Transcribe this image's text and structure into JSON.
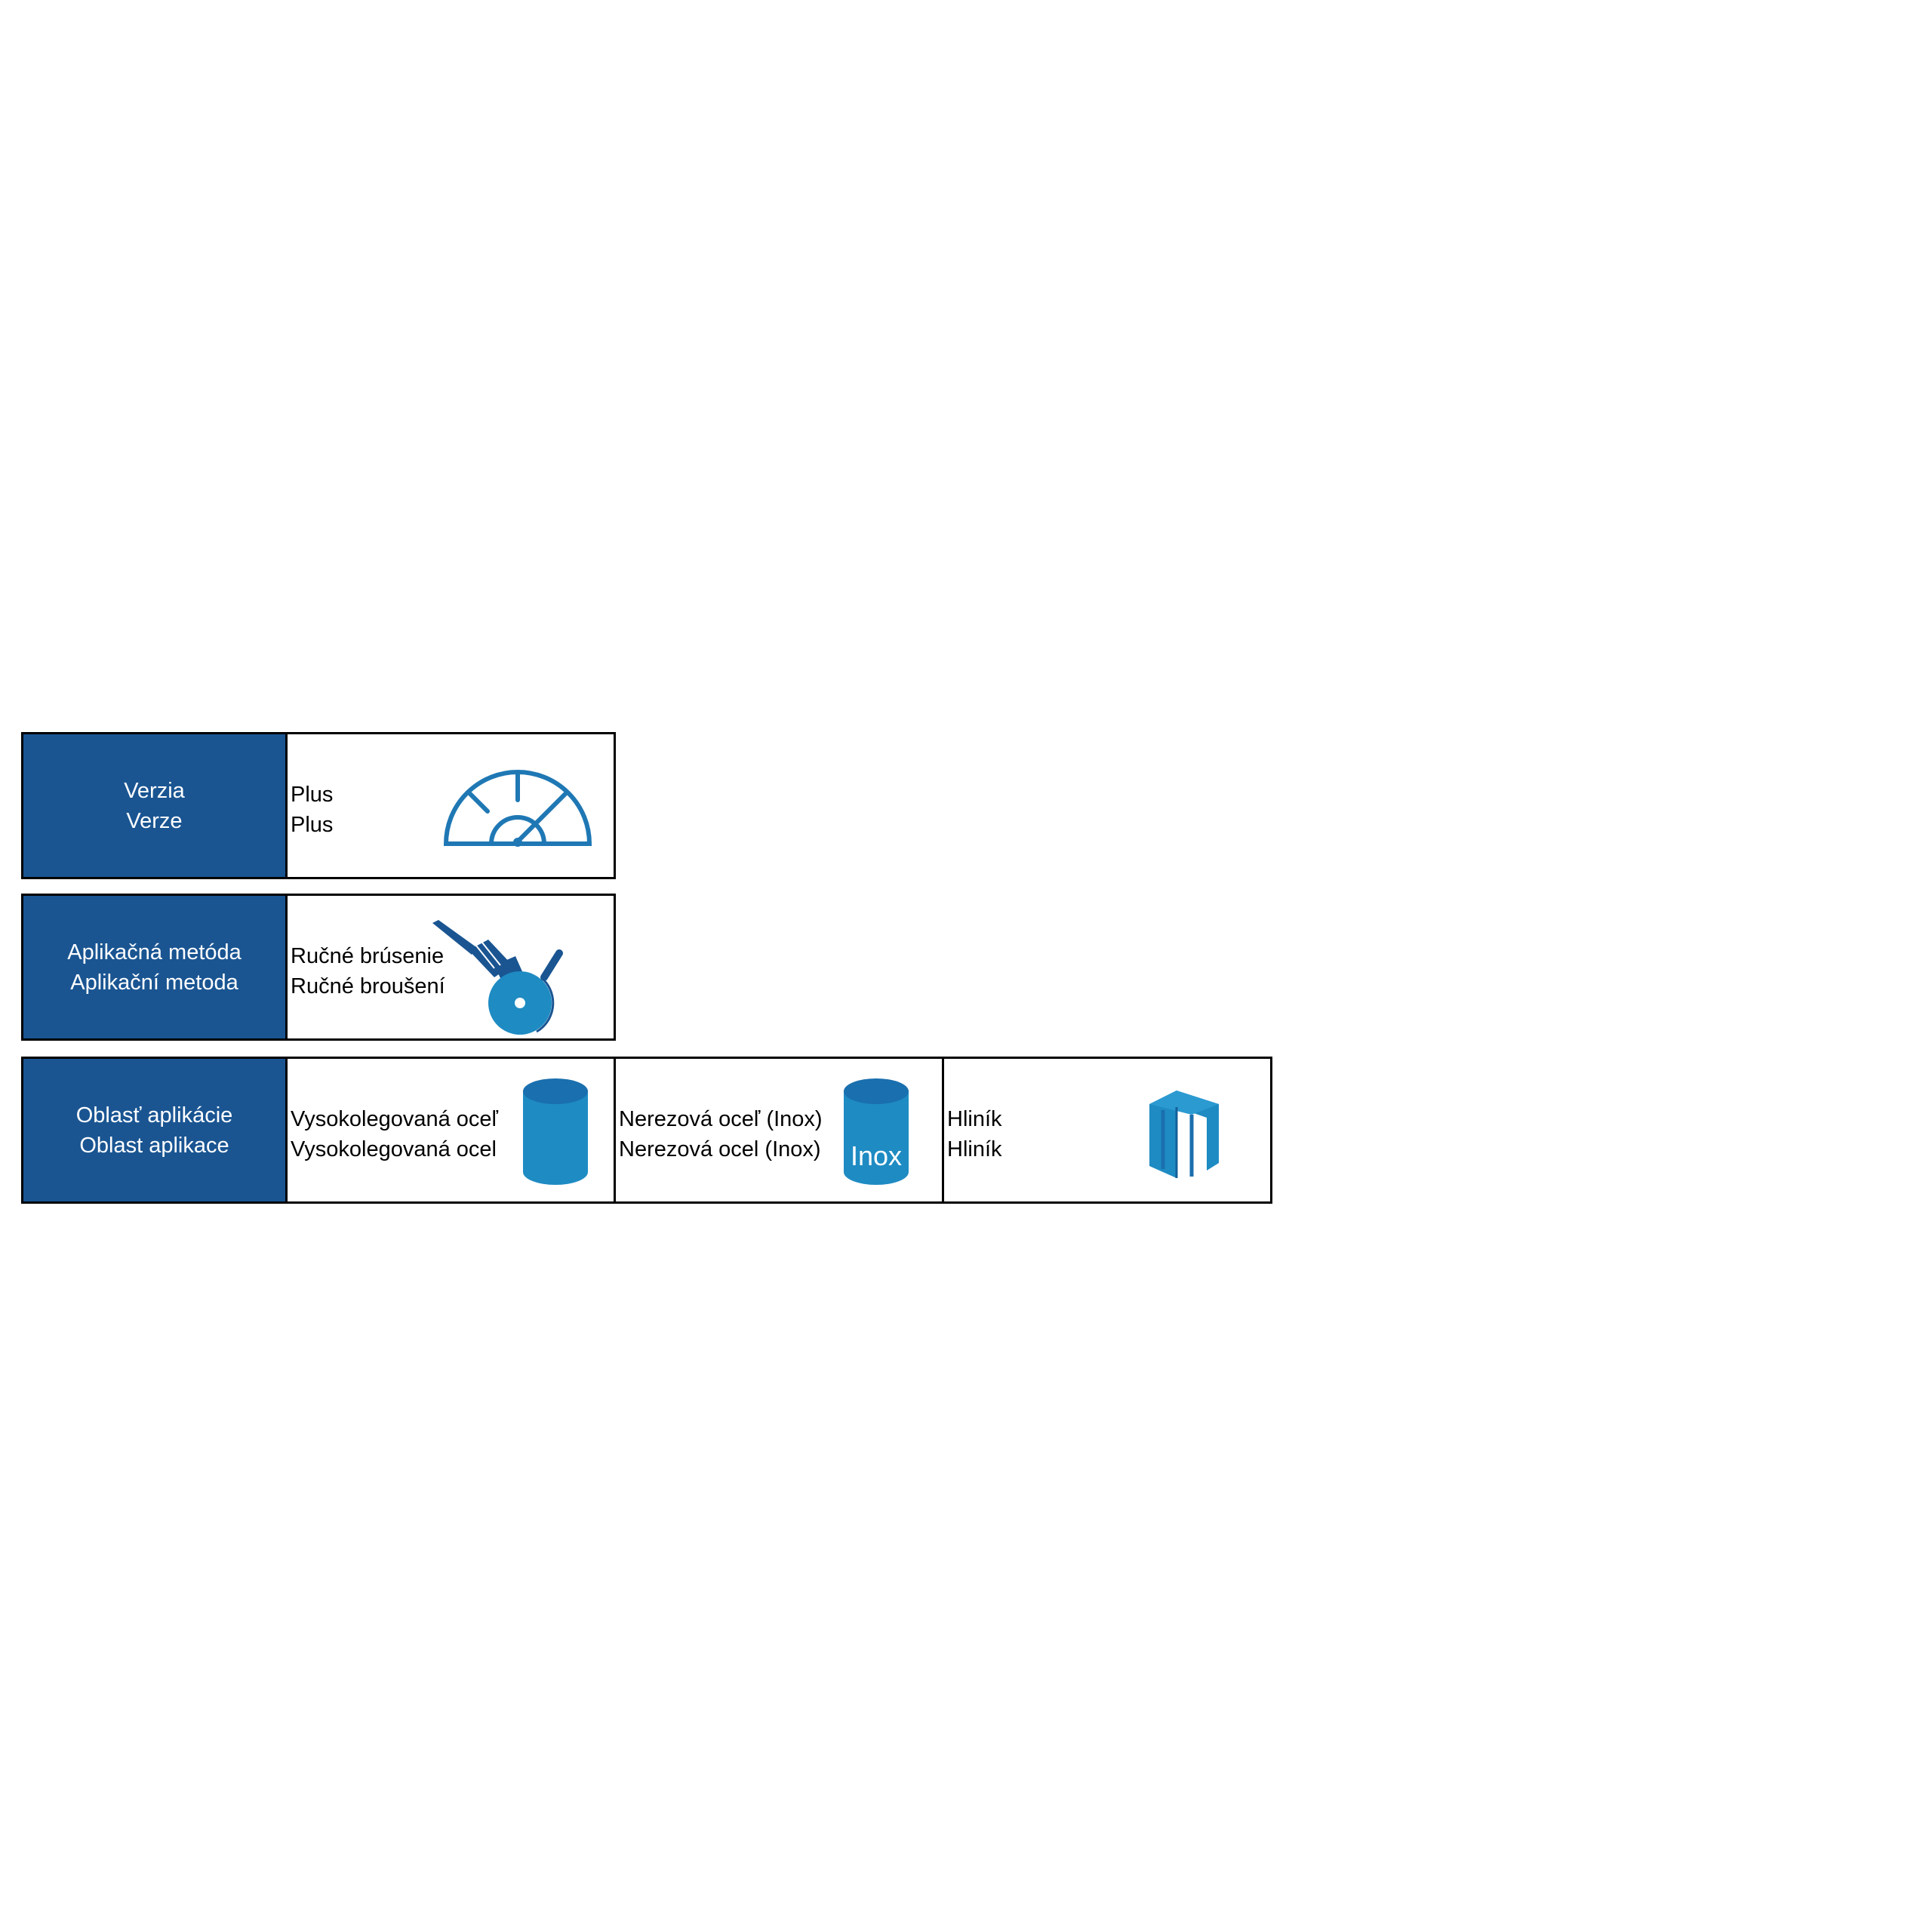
{
  "colors": {
    "header_bg": "#1a5592",
    "icon_blue": "#1e8bc3",
    "icon_dark": "#1a5592",
    "gauge_blue": "#1f78b4"
  },
  "rows": [
    {
      "header": {
        "line1": "Verzia",
        "line2": "Verze"
      },
      "cells": [
        {
          "line1": "Plus",
          "line2": "Plus",
          "icon": "gauge-icon"
        }
      ]
    },
    {
      "header": {
        "line1": "Aplikačná metóda",
        "line2": "Aplikační metoda"
      },
      "cells": [
        {
          "line1": "Ručné brúsenie",
          "line2": "Ručné broušení",
          "icon": "angle-grinder-icon"
        }
      ]
    },
    {
      "header": {
        "line1": "Oblasť aplikácie",
        "line2": "Oblast aplikace"
      },
      "cells": [
        {
          "line1": "Vysokolegovaná oceľ",
          "line2": "Vysokolegovaná ocel",
          "icon": "steel-cylinder-icon"
        },
        {
          "line1": "Nerezová oceľ (Inox)",
          "line2": "Nerezová ocel (Inox)",
          "icon": "inox-cylinder-icon",
          "icon_label": "Inox"
        },
        {
          "line1": "Hliník",
          "line2": "Hliník",
          "icon": "aluminium-profile-icon"
        }
      ]
    }
  ]
}
